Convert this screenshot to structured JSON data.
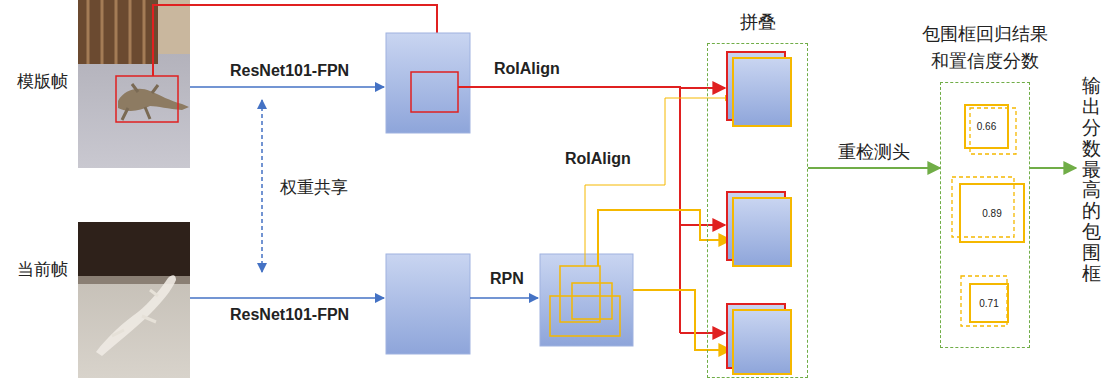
{
  "diagram": {
    "nodes": [
      {
        "text": [
          "模版帧"
        ]
      },
      {
        "text": [
          "当前帧"
        ]
      },
      {
        "text": [
          "拼叠"
        ]
      },
      {
        "text": [
          "包围框回归结果 和置信度分数"
        ]
      },
      {
        "text": [
          "0.66"
        ],
        "in": 3
      },
      {
        "text": [
          "0.89"
        ],
        "in": 3
      },
      {
        "text": [
          "0.71"
        ],
        "in": 3
      }
    ],
    "edges": [
      {
        "from": 2,
        "to": 3,
        "label": "重检测头",
        "arrow": "to"
      }
    ],
    "labels": [
      "ResNet101-FPN",
      "ResNet101-FPN",
      "权重共享",
      "RoIAlign",
      "RoIAlign",
      "RPN",
      "输出分数最高的包围框"
    ]
  }
}
